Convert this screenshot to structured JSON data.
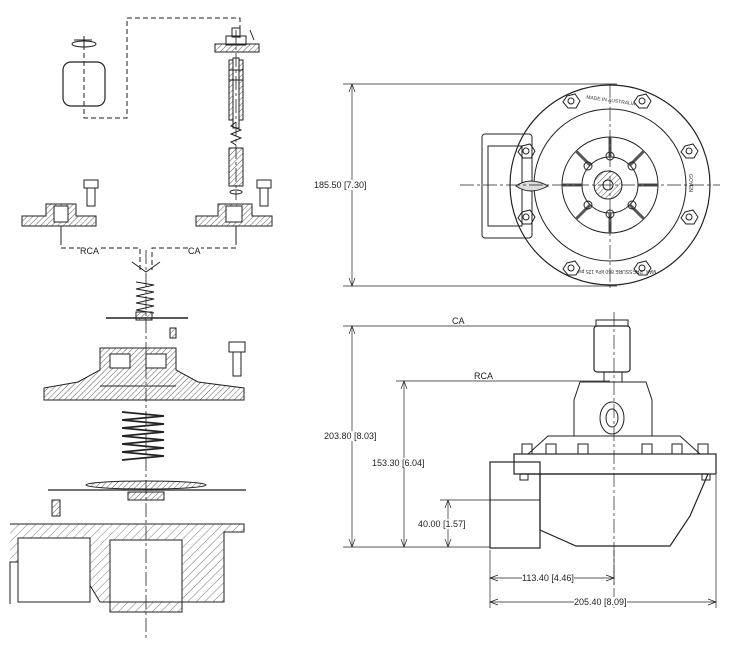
{
  "exploded_view": {
    "rca_label": "RCA",
    "ca_label": "CA"
  },
  "top_view": {
    "height_dimension": "185.50 [7.30]",
    "made_in_text": "MADE IN AUSTRALIA",
    "pressure_text": "MAX. PRESSURE 860 kPa 125 psi",
    "brand_text": "GOYEN"
  },
  "side_view": {
    "ca_label": "CA",
    "rca_label": "RCA",
    "total_height": "203.80 [8.03]",
    "rca_height": "153.30 [6.04]",
    "port_height": "40.00 [1.57]",
    "half_width": "113.40 [4.46]",
    "total_width": "205.40 [8.09]"
  }
}
